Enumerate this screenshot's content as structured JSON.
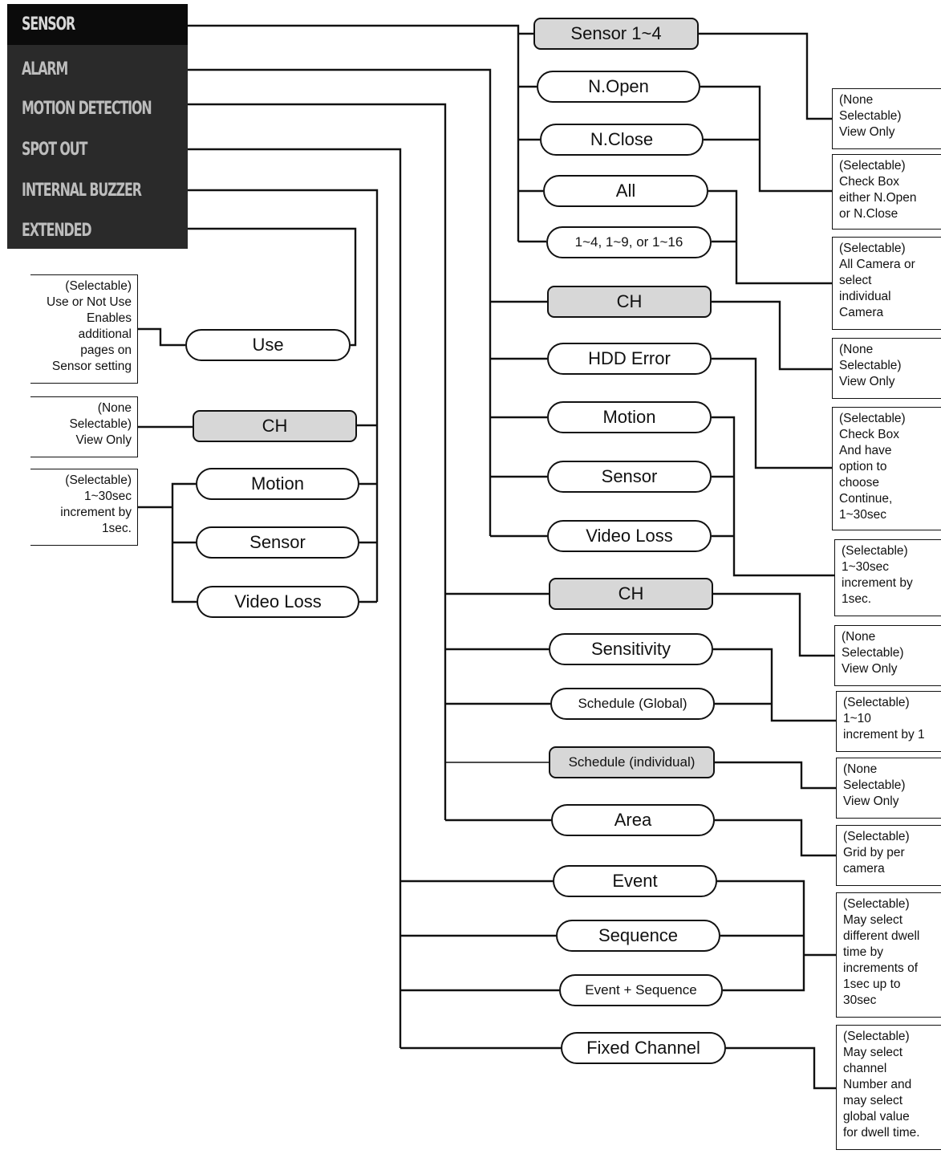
{
  "menu": {
    "items": [
      {
        "label": "SENSOR",
        "active": true
      },
      {
        "label": "ALARM",
        "active": false
      },
      {
        "label": "MOTION DETECTION",
        "active": false
      },
      {
        "label": "SPOT OUT",
        "active": false
      },
      {
        "label": "INTERNAL BUZZER",
        "active": false
      },
      {
        "label": "EXTENDED",
        "active": false
      }
    ]
  },
  "sensor": {
    "sensor_1_4": "Sensor 1~4",
    "n_open": "N.Open",
    "n_close": "N.Close",
    "all": "All",
    "channel_range": "1~4, 1~9, or 1~16"
  },
  "alarm": {
    "ch": "CH",
    "hdd_error": "HDD Error",
    "motion": "Motion",
    "sensor": "Sensor",
    "video_loss": "Video Loss"
  },
  "motion_detection": {
    "ch": "CH",
    "sensitivity": "Sensitivity",
    "schedule_global": "Schedule (Global)",
    "schedule_individual": "Schedule (individual)",
    "area": "Area"
  },
  "spot_out": {
    "event": "Event",
    "sequence": "Sequence",
    "event_sequence": "Event + Sequence",
    "fixed_channel": "Fixed Channel"
  },
  "internal_buzzer": {
    "ch": "CH",
    "motion": "Motion",
    "sensor": "Sensor",
    "video_loss": "Video Loss"
  },
  "extended": {
    "use": "Use"
  },
  "notes": {
    "left_use": "(Selectable)\nUse or Not Use\nEnables\nadditional\npages on\nSensor setting",
    "left_ch_view_only": "(None\nSelectable)\nView Only",
    "left_increment": "(Selectable)\n1~30sec\nincrement by\n1sec.",
    "right_sensor_view_only": "(None\nSelectable)\nView Only",
    "right_checkbox_open_close": "(Selectable)\nCheck Box\neither N.Open\nor N.Close",
    "right_all_camera": "(Selectable)\nAll Camera or\nselect\nindividual\nCamera",
    "right_alarm_ch_view_only": "(None\nSelectable)\nView Only",
    "right_hdd_checkbox": "(Selectable)\nCheck Box\nAnd have\noption to\nchoose\nContinue,\n1~30sec",
    "right_alarm_increment": "(Selectable)\n1~30sec\nincrement by\n1sec.",
    "right_md_ch_view_only": "(None\nSelectable)\nView Only",
    "right_sensitivity": "(Selectable)\n1~10\nincrement by 1",
    "right_schedule_view_only": "(None\nSelectable)\nView Only",
    "right_area_grid": "(Selectable)\nGrid by per\ncamera",
    "right_dwell": "(Selectable)\nMay select\ndifferent dwell\ntime by\nincrements of\n1sec up to\n30sec",
    "right_fixed_channel": "(Selectable)\nMay select\nchannel\nNumber and\nmay select\nglobal value\nfor dwell time."
  }
}
